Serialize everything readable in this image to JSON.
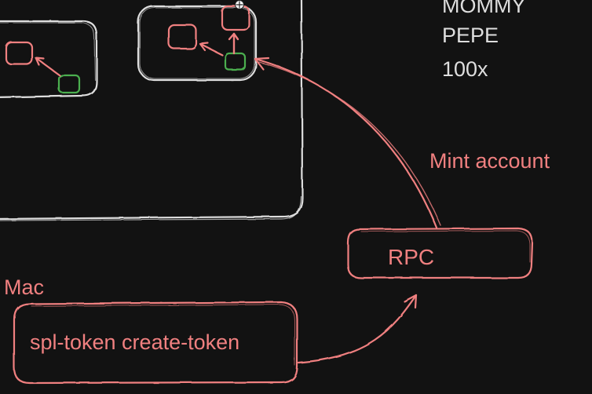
{
  "canvas": {
    "background": "#121212"
  },
  "colors": {
    "white_stroke": "#dedede",
    "red": "#f08080",
    "green": "#4caf50"
  },
  "labels": {
    "token_name_line1": "MOMMY",
    "token_name_line2": "PEPE",
    "token_supply": "100x",
    "mint_account": "Mint account",
    "rpc": "RPC",
    "machine": "Mac",
    "command": "spl-token create-token"
  },
  "icons": {
    "cursor": "move-cursor-icon"
  }
}
